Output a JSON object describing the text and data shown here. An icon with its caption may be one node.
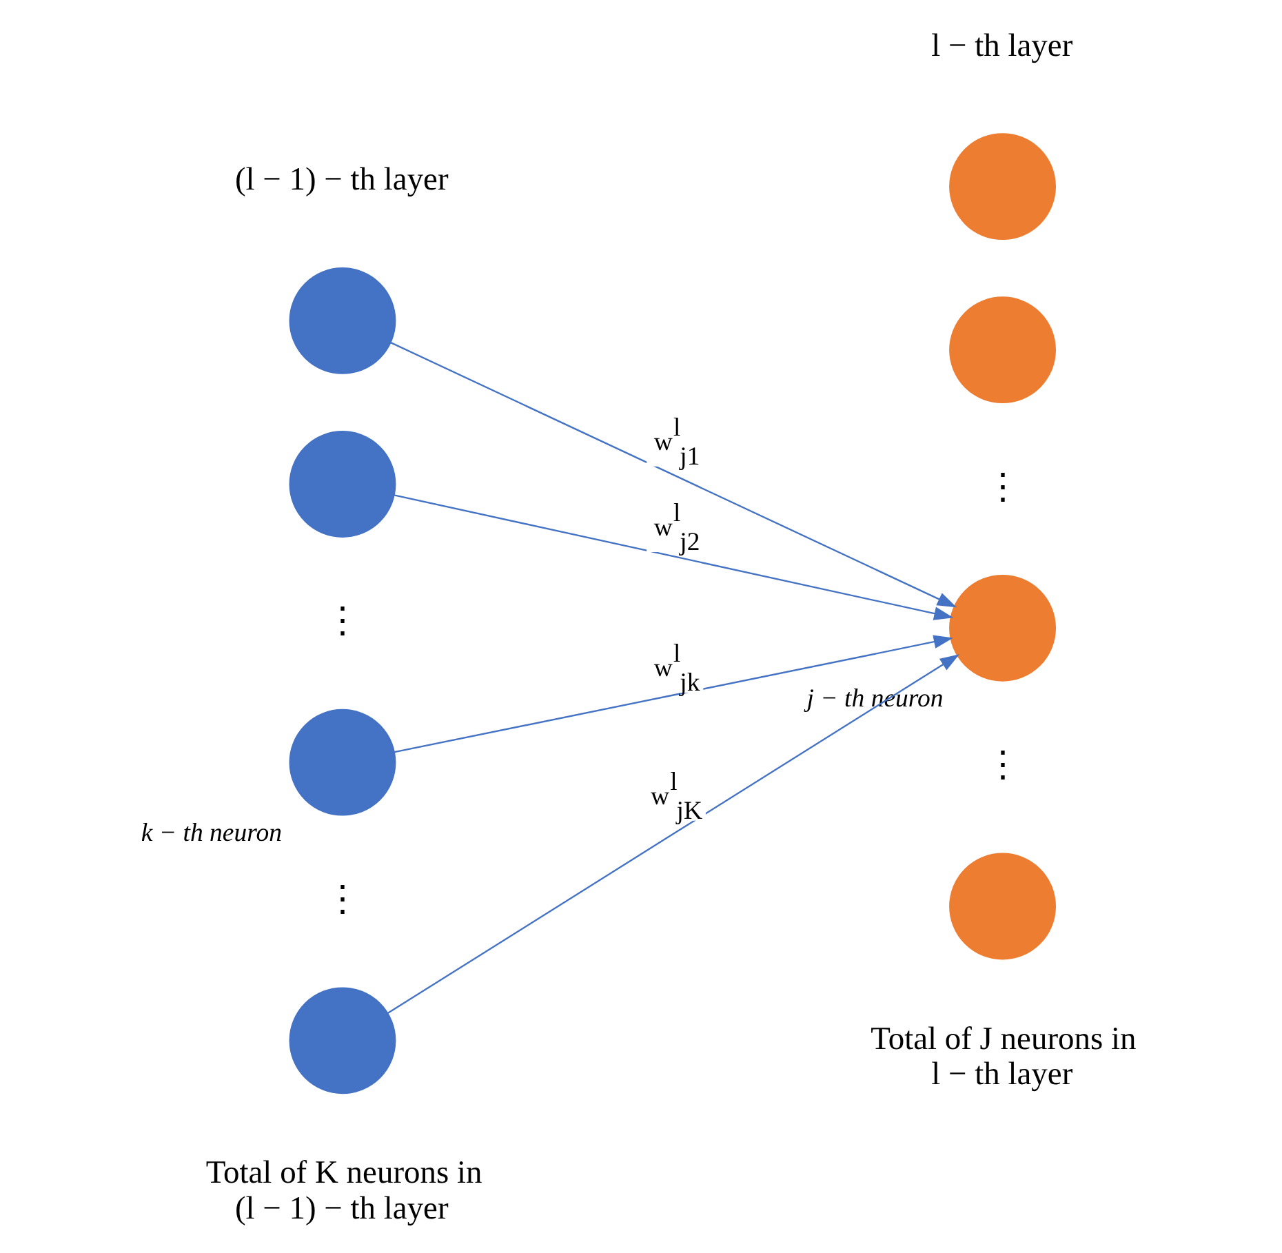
{
  "diagram": {
    "nodes": [
      {
        "text": [],
        "shape": "circle"
      },
      {
        "text": [],
        "shape": "circle"
      },
      {
        "text": [],
        "shape": "circle",
        "beside": [
          "k − th neuron"
        ]
      },
      {
        "text": [],
        "shape": "circle"
      },
      {
        "text": [],
        "shape": "circle"
      },
      {
        "text": [],
        "shape": "circle"
      },
      {
        "text": [],
        "shape": "circle",
        "beside": [
          "j − th neuron"
        ]
      },
      {
        "text": [],
        "shape": "circle"
      }
    ],
    "edges": [
      {
        "from": 0,
        "to": 6,
        "arrow": "to",
        "label": "w$^{l}$$_{j1}$"
      },
      {
        "from": 1,
        "to": 6,
        "arrow": "to",
        "label": "w$^{l}$$_{j2}$"
      },
      {
        "from": 2,
        "to": 6,
        "arrow": "to",
        "label": "w$^{l}$$_{jk}$"
      },
      {
        "from": 3,
        "to": 6,
        "arrow": "to",
        "label": "w$^{l}$$_{jK}$"
      }
    ],
    "labels": [
      "(l − 1) − th layer",
      "l − th layer",
      "⋮",
      "⋮",
      "⋮",
      "⋮",
      "Total of K neurons in (l − 1) − th layer",
      "Total of J neurons in l − th layer"
    ]
  }
}
